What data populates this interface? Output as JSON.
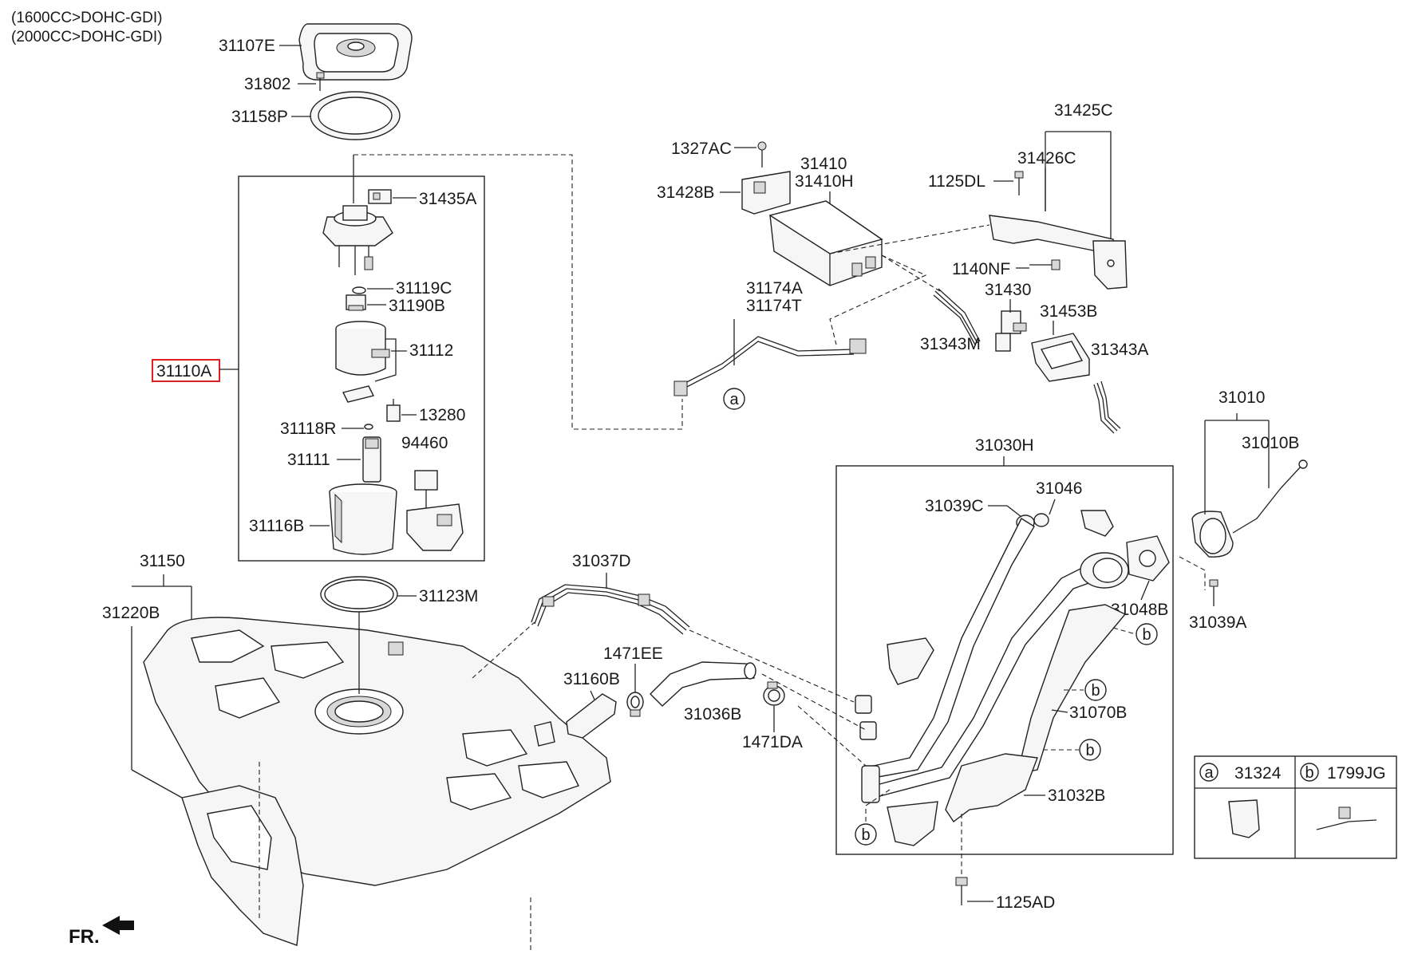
{
  "header": {
    "line1": "(1600CC>DOHC-GDI)",
    "line2": "(2000CC>DOHC-GDI)"
  },
  "labels": {
    "p31107E": "31107E",
    "p31802": "31802",
    "p31158P": "31158P",
    "p31435A": "31435A",
    "p31119C": "31119C",
    "p31190B": "31190B",
    "p31112": "31112",
    "p31110A": "31110A",
    "p13280": "13280",
    "p31118R": "31118R",
    "p94460": "94460",
    "p31111": "31111",
    "p31116B": "31116B",
    "p1327AC": "1327AC",
    "p31428B": "31428B",
    "p31410": "31410",
    "p31410H": "31410H",
    "p31425C": "31425C",
    "p31426C": "31426C",
    "p1125DL": "1125DL",
    "p1140NF": "1140NF",
    "p31430": "31430",
    "p31174A": "31174A",
    "p31174T": "31174T",
    "p31343M": "31343M",
    "p31453B": "31453B",
    "p31343A": "31343A",
    "p31010": "31010",
    "p31010B": "31010B",
    "p31030H": "31030H",
    "p31046": "31046",
    "p31039C": "31039C",
    "p31048B": "31048B",
    "p31039A": "31039A",
    "p31150": "31150",
    "p31220B": "31220B",
    "p31123M": "31123M",
    "p31037D": "31037D",
    "p1471EE": "1471EE",
    "p31160B": "31160B",
    "p31036B": "31036B",
    "p1471DA": "1471DA",
    "p31070B": "31070B",
    "p31032B": "31032B",
    "p1125AD": "1125AD",
    "fr": "FR."
  },
  "callouts": {
    "a": "a",
    "b": "b"
  },
  "legend": {
    "a_letter": "a",
    "a_part": "31324",
    "b_letter": "b",
    "b_part": "1799JG"
  },
  "highlight_color": "#e02020"
}
